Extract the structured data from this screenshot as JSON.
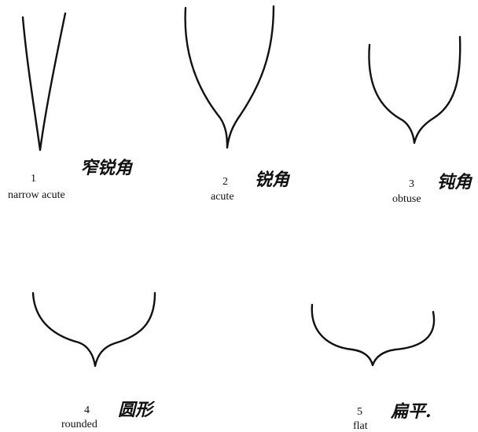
{
  "items": [
    {
      "number": "1",
      "label": "narrow acute",
      "chinese": "窄锐角"
    },
    {
      "number": "2",
      "label": "acute",
      "chinese": "锐角"
    },
    {
      "number": "3",
      "label": "obtuse",
      "chinese": "钝角"
    },
    {
      "number": "4",
      "label": "rounded",
      "chinese": "圆形"
    },
    {
      "number": "5",
      "label": "flat",
      "chinese": "扁平."
    }
  ]
}
